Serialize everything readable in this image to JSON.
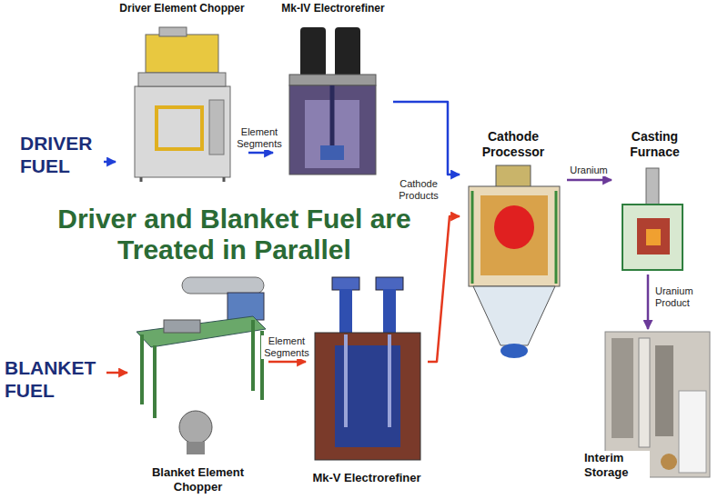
{
  "diagram": {
    "title": "Driver and Blanket Fuel are Treated in Parallel",
    "nodes": [
      {
        "text": [
          "DRIVER FUEL"
        ]
      },
      {
        "text": [
          "Driver Element Chopper"
        ]
      },
      {
        "text": [
          "Mk-IV Electrorefiner"
        ]
      },
      {
        "text": [
          "Cathode Processor"
        ]
      },
      {
        "text": [
          "Casting Furnace"
        ]
      },
      {
        "text": [
          "Interim Storage"
        ]
      },
      {
        "text": [
          "BLANKET FUEL"
        ]
      },
      {
        "text": [
          "Blanket Element Chopper"
        ]
      },
      {
        "text": [
          "Mk-V Electrorefiner"
        ]
      }
    ],
    "edges": [
      {
        "from": 0,
        "to": 1,
        "arrow": "to"
      },
      {
        "from": 1,
        "to": 2,
        "label": "Element Segments",
        "arrow": "to"
      },
      {
        "from": 2,
        "to": 3,
        "arrow": "to"
      },
      {
        "from": 6,
        "to": 7,
        "arrow": "to"
      },
      {
        "from": 7,
        "to": 8,
        "label": "Element Segments",
        "arrow": "to"
      },
      {
        "from": 8,
        "to": 3,
        "arrow": "to"
      },
      {
        "from": 3,
        "to": 4,
        "label": "Uranium",
        "arrow": "to"
      },
      {
        "from": 4,
        "to": 5,
        "label": "Uranium Product",
        "arrow": "to"
      }
    ],
    "labels": [
      "Cathode Products"
    ]
  }
}
